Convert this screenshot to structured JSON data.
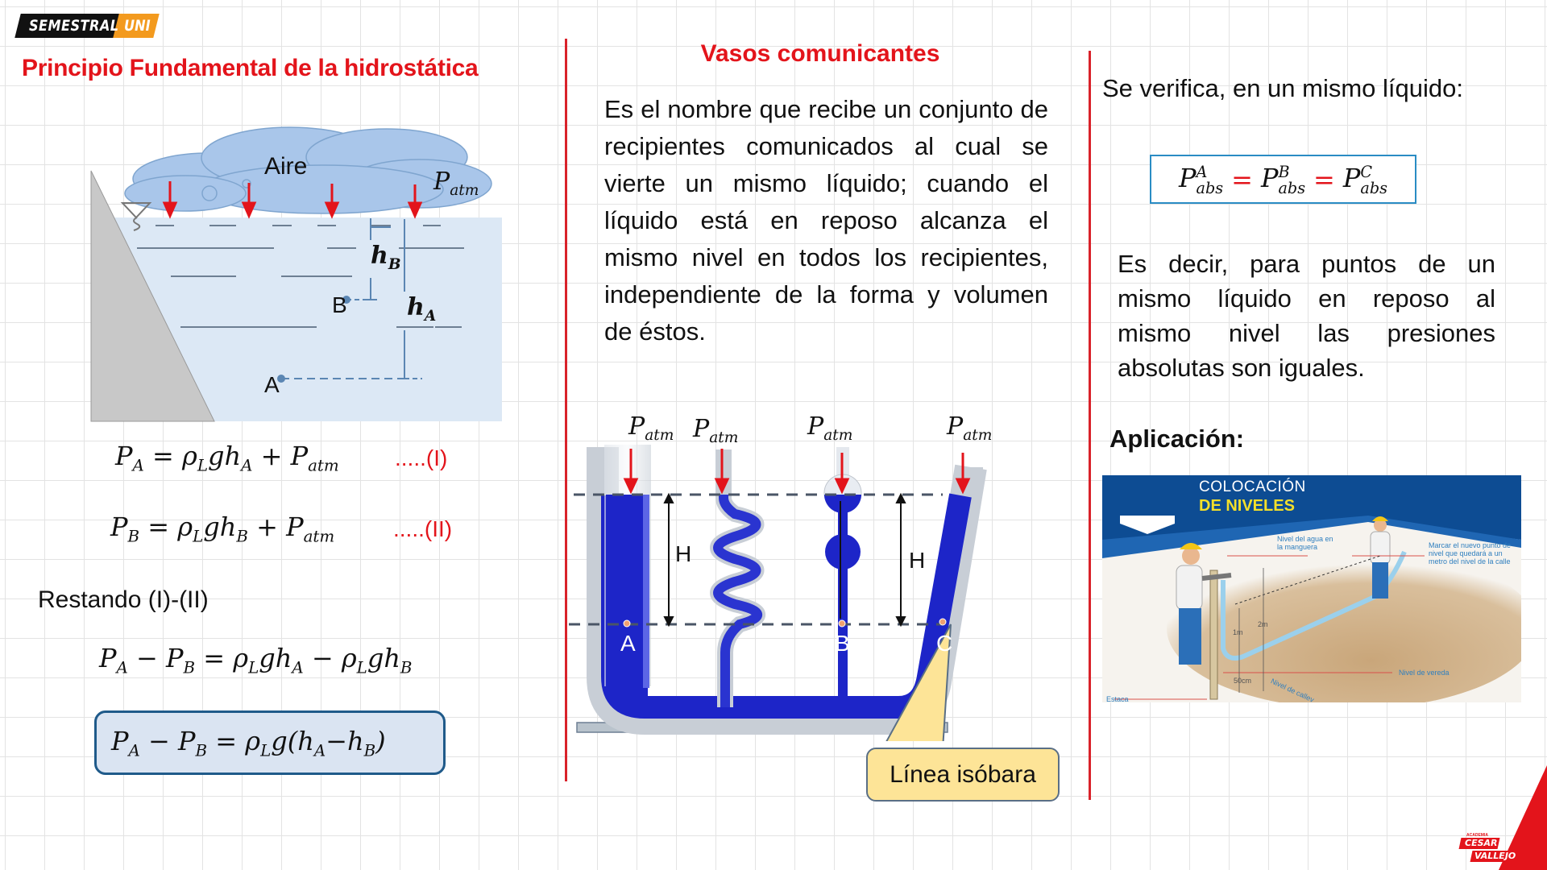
{
  "header": {
    "logo": {
      "part1": "SEMESTRAL",
      "part2": "UNI",
      "colors": {
        "dark": "#111111",
        "accent": "#f39a1e"
      }
    }
  },
  "left": {
    "title": "Principio Fundamental de la hidrostática",
    "diagram": {
      "cloud_label": "Aire",
      "pressure_label": "P",
      "pressure_sub": "atm",
      "hB_label": "h",
      "hB_sub": "B",
      "hA_label": "h",
      "hA_sub": "A",
      "point_B": "B",
      "point_A": "A"
    },
    "equations": {
      "eq1": {
        "text": "P_A = ρ_L g h_A + P_atm",
        "label": ".....(I)"
      },
      "eq2": {
        "text": "P_B = ρ_L g h_B + P_atm",
        "label": ".....(II)"
      },
      "restando": "Restando (I)-(II)",
      "eq3": {
        "text": "P_A − P_B = ρ_L g h_A − ρ_L g h_B"
      },
      "boxed": {
        "text": "P_A − P_B = ρ_L g (h_A − h_B)"
      }
    }
  },
  "middle": {
    "title": "Vasos comunicantes",
    "paragraph": "Es el nombre que recibe un conjunto de recipientes comunicados al cual se vierte un mismo líquido; cuando el líquido está en reposo alcanza el mismo nivel en todos los recipientes, independiente de la forma y volumen de éstos.",
    "diagram": {
      "patm_labels": [
        "P",
        "P",
        "P",
        "P"
      ],
      "patm_sub": "atm",
      "height_label": "H",
      "points": [
        "A",
        "B",
        "C"
      ]
    },
    "callout": "Línea isóbara"
  },
  "right": {
    "intro": "Se verifica, en un mismo líquido:",
    "abs_equation": {
      "base": "P",
      "sub": "abs",
      "sups": [
        "A",
        "B",
        "C"
      ],
      "equals": "="
    },
    "paragraph": "Es decir, para puntos de un mismo líquido en reposo al mismo nivel las presiones absolutas son iguales.",
    "aplicacion": "Aplicación:",
    "application_image": {
      "title_line1": "COLOCACIÓN",
      "title_line2": "DE NIVELES",
      "labels": {
        "nivel_agua": "Nivel del agua en la manguera",
        "marcar": "Marcar el nuevo punto de nivel que quedará a un metro del nivel de la calle",
        "nivel_vereda": "Nivel de vereda",
        "nivel_calle": "Nivel de callev",
        "estaca": "Estaca",
        "m1": "1m",
        "m2": "2m",
        "cm50": "50cm"
      }
    }
  },
  "footer": {
    "logo": {
      "tiny": "ACADEMIA",
      "line1": "CESAR",
      "line2": "VALLEJO"
    },
    "accent": "#e3141b"
  }
}
